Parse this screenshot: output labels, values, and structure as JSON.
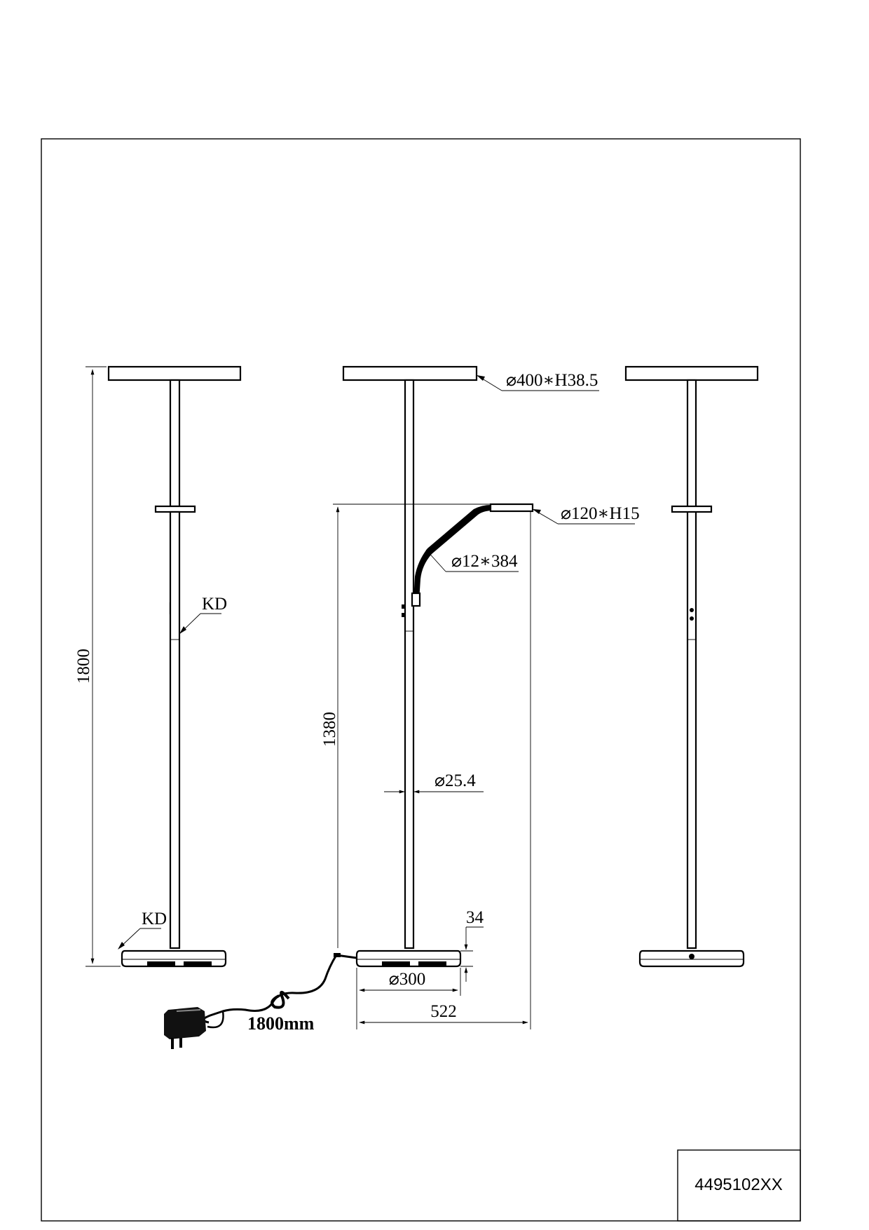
{
  "drawing": {
    "part_number": "4495102XX",
    "dimensions": {
      "total_height": "1800",
      "reading_arm_height": "1380",
      "shade": "⌀400∗H38.5",
      "reading_head": "⌀120∗H15",
      "flex_arm": "⌀12∗384",
      "pole": "⌀25.4",
      "base_diameter": "⌀300",
      "base_height": "34",
      "total_width": "522",
      "cable_length": "1800mm"
    },
    "labels": {
      "knockdown_upper": "KD",
      "knockdown_lower": "KD"
    },
    "views": [
      "front-view-left",
      "side-view-with-reading-arm",
      "back-view-right"
    ]
  }
}
